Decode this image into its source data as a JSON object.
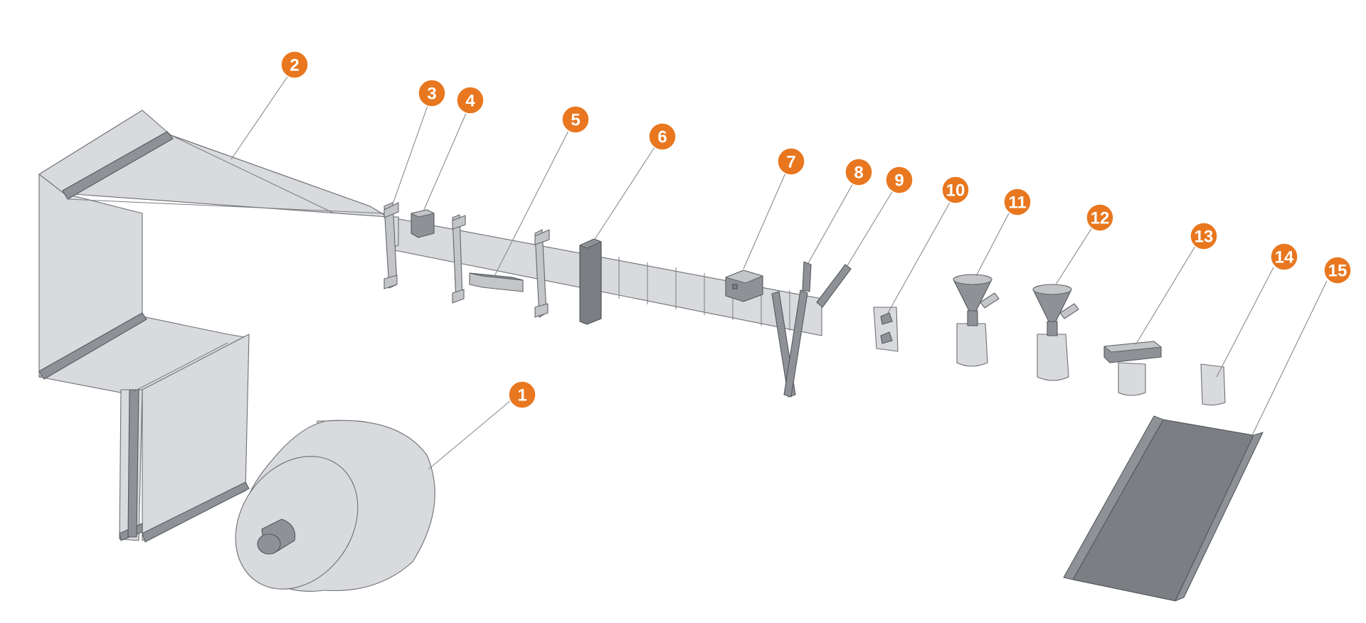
{
  "diagram": {
    "callouts": [
      {
        "label": "1"
      },
      {
        "label": "2"
      },
      {
        "label": "3"
      },
      {
        "label": "4"
      },
      {
        "label": "5"
      },
      {
        "label": "6"
      },
      {
        "label": "7"
      },
      {
        "label": "8"
      },
      {
        "label": "9"
      },
      {
        "label": "10"
      },
      {
        "label": "11"
      },
      {
        "label": "12"
      },
      {
        "label": "13"
      },
      {
        "label": "14"
      },
      {
        "label": "15"
      }
    ]
  },
  "colors": {
    "callout_fill": "#e8771f",
    "machine_light": "#d9dadd",
    "machine_dark": "#8e9297",
    "outline": "#6d6f73"
  }
}
